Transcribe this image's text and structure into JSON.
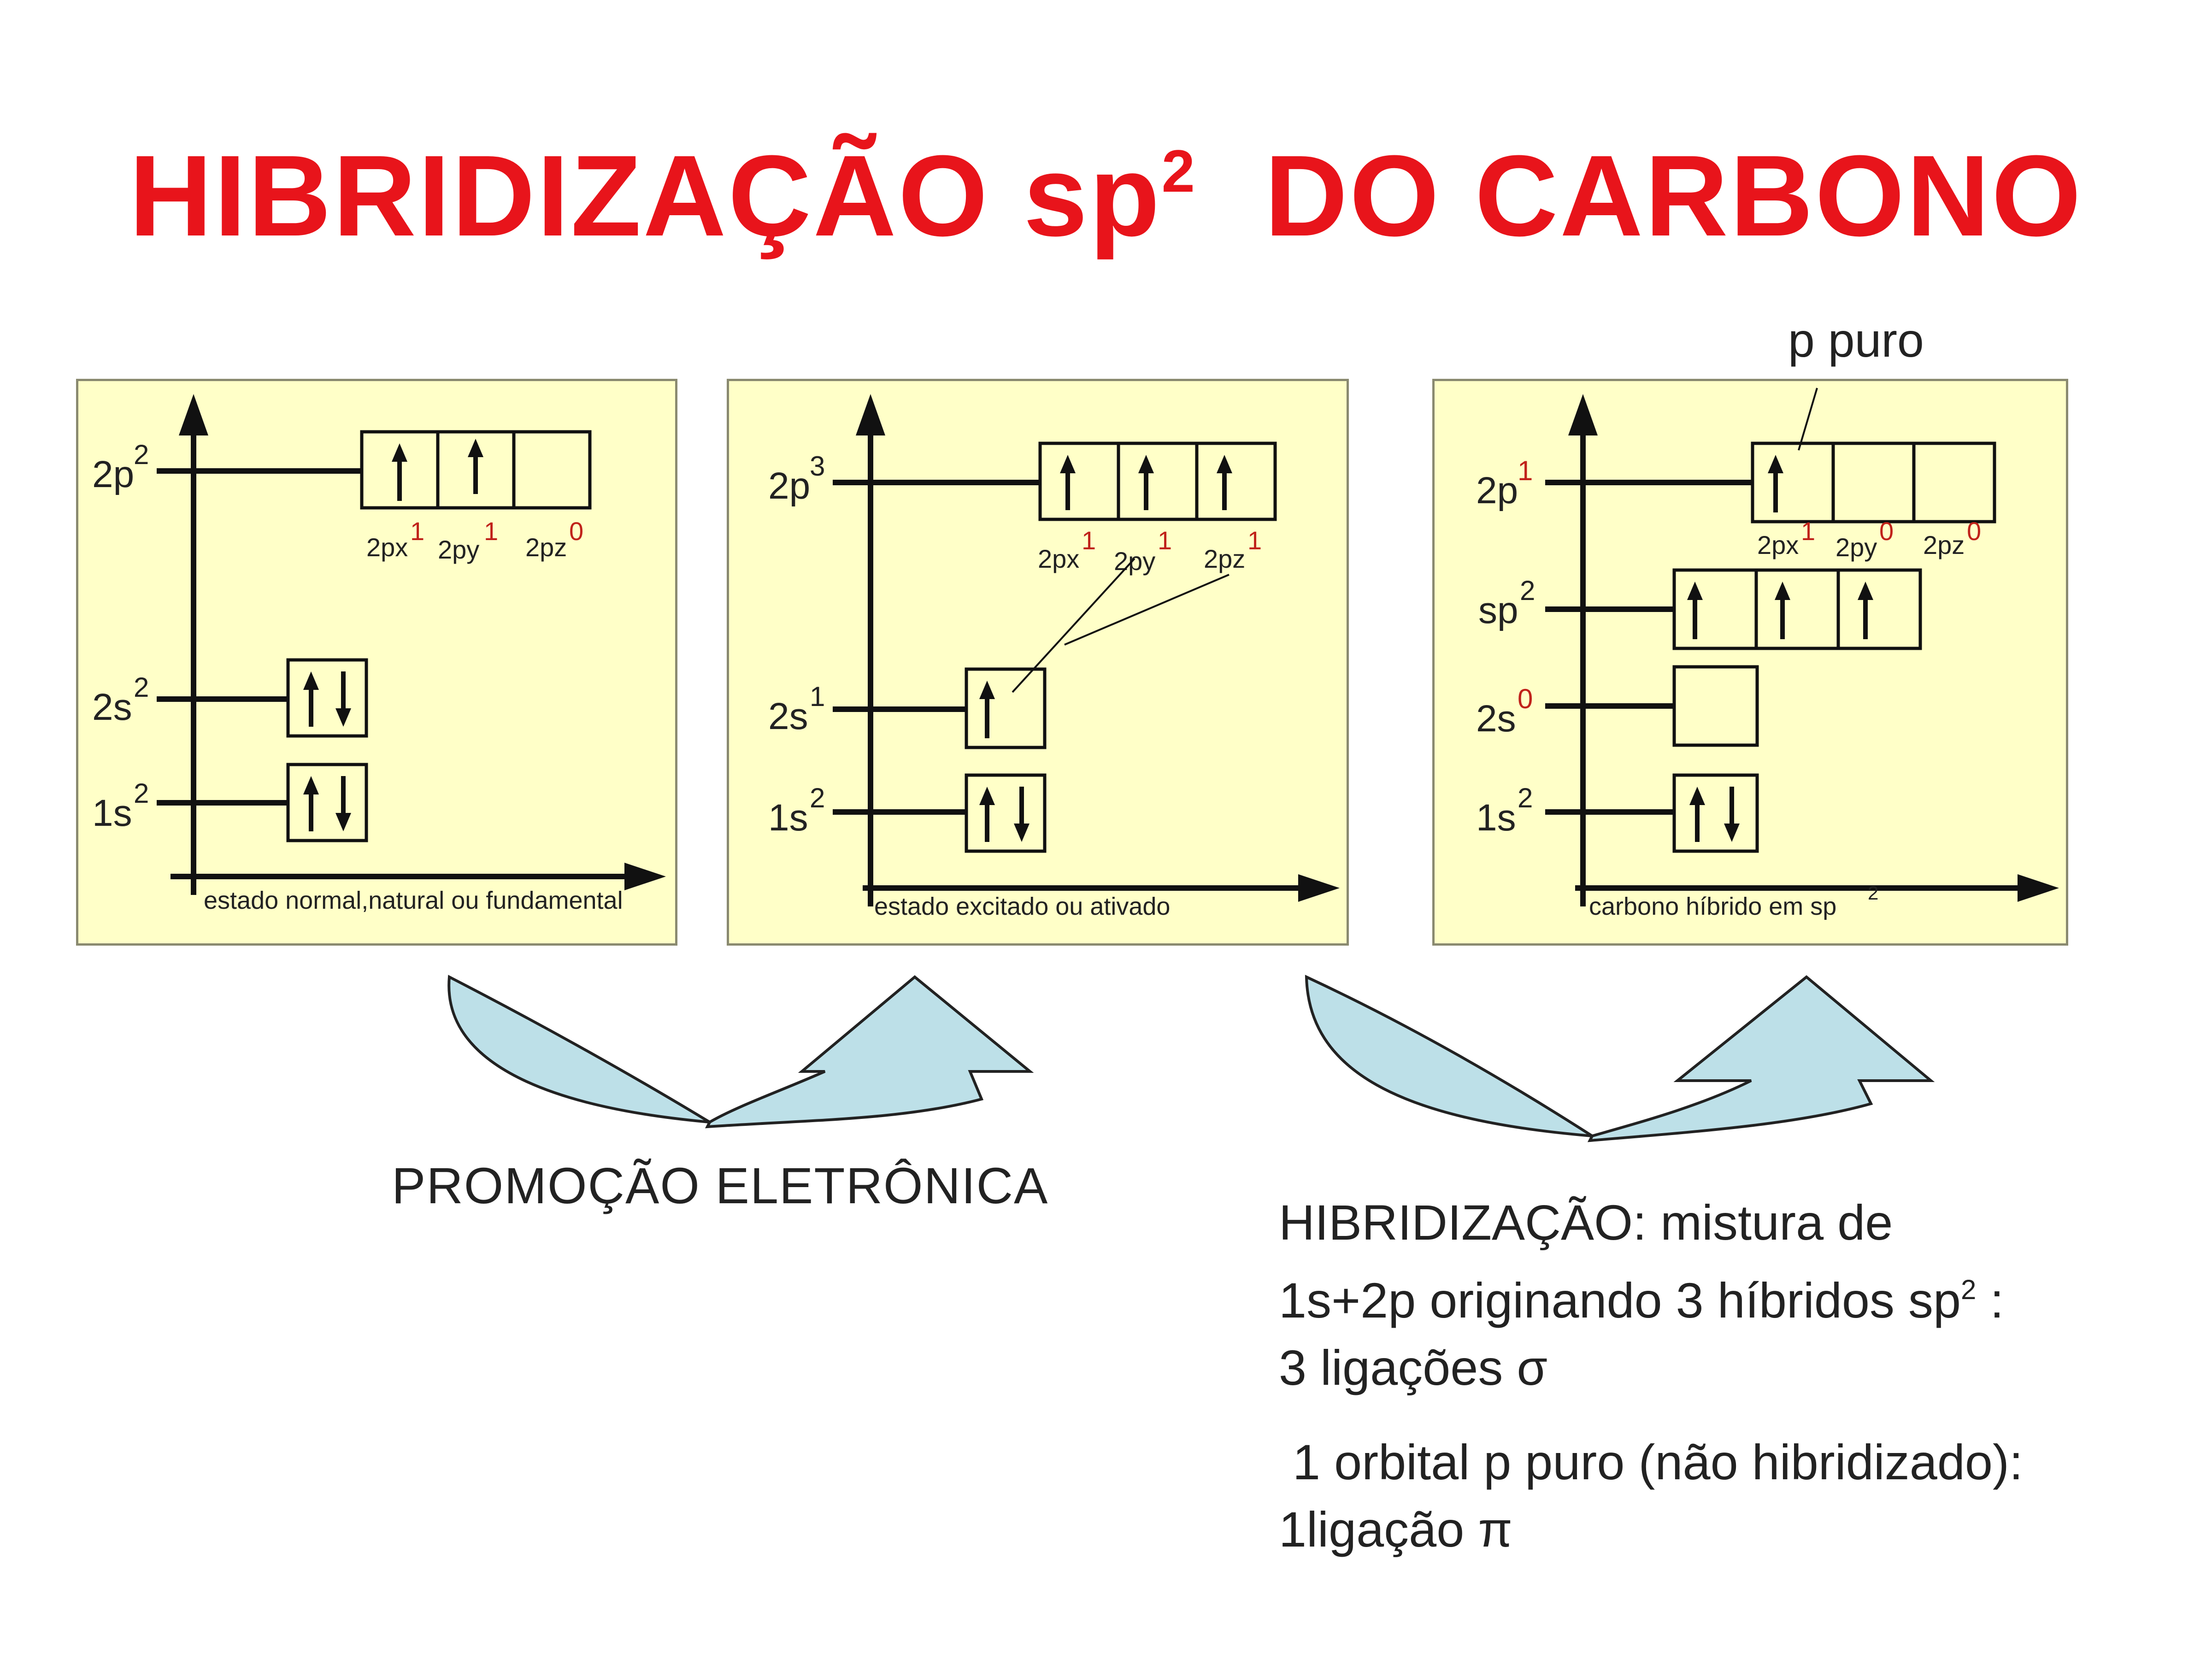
{
  "title": {
    "prefix": "HIBRIDIZAÇÃO sp",
    "superscript": "2",
    "suffix": "  DO CARBONO"
  },
  "colors": {
    "title": "#e8141b",
    "panel_bg": "#ffffc8",
    "exponent_red": "#c0221a",
    "arrow_fill": "#bde0e8"
  },
  "pure_p_label": "p puro",
  "panels": [
    {
      "levels": [
        "2p",
        "2s",
        "1s"
      ],
      "level_exponents": [
        "2",
        "2",
        "2"
      ],
      "orbital_labels": [
        "2px",
        "2py",
        "2pz"
      ],
      "orbital_exponents": [
        "1",
        "1",
        "0"
      ],
      "axis_caption": "estado normal,natural ou fundamental"
    },
    {
      "levels": [
        "2p",
        "2s",
        "1s"
      ],
      "level_exponents": [
        "3",
        "1",
        "2"
      ],
      "orbital_labels": [
        "2px",
        "2py",
        "2pz"
      ],
      "orbital_exponents": [
        "1",
        "1",
        "1"
      ],
      "axis_caption": "estado excitado ou ativado"
    },
    {
      "levels": [
        "2p",
        "sp",
        "2s",
        "1s"
      ],
      "level_exponents": [
        "1",
        "2",
        "0",
        "2"
      ],
      "orbital_labels": [
        "2px",
        "2py",
        "2pz"
      ],
      "orbital_exponents": [
        "1",
        "0",
        "0"
      ],
      "axis_caption": "carbono híbrido em sp",
      "axis_caption_exponent": "2"
    }
  ],
  "promotion_caption": "PROMOÇÃO ELETRÔNICA",
  "hybridization_caption": {
    "line1": "HIBRIDIZAÇÃO: mistura de",
    "line2_prefix": "1s+2p originando 3 híbridos sp",
    "line2_sup": "2",
    "line2_suffix": " :",
    "line3": "3 ligações σ"
  },
  "pure_orbital_caption": {
    "line1": " 1 orbital p puro (não hibridizado):",
    "line2": "1ligação π"
  }
}
